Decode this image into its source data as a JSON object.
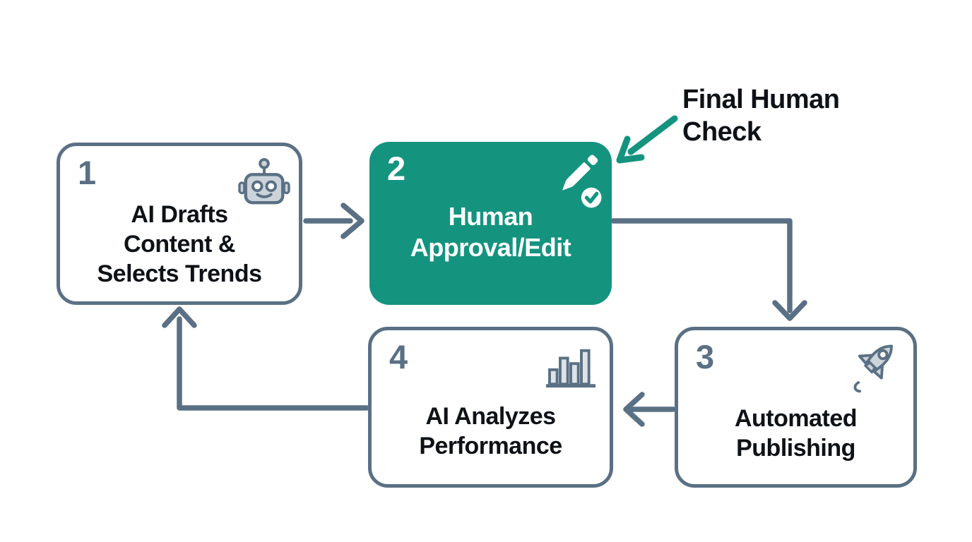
{
  "colors": {
    "slate": "#5a7084",
    "teal": "#14947f",
    "icon_fill": "#ccd3da",
    "bar_fill": "#dfe3e8",
    "text": "#0e1116",
    "white_text": "#ffffff",
    "background": "#ffffff"
  },
  "annotation": {
    "line1": "Final Human",
    "line2": "Check"
  },
  "boxes": [
    {
      "number": "1",
      "icon": "robot-icon",
      "lines": [
        "AI Drafts",
        "Content &",
        "Selects Trends"
      ]
    },
    {
      "number": "2",
      "icon": "pencil-check-icon",
      "lines": [
        "Human",
        "Approval/Edit"
      ]
    },
    {
      "number": "3",
      "icon": "rocket-icon",
      "lines": [
        "Automated",
        "Publishing"
      ]
    },
    {
      "number": "4",
      "icon": "bar-chart-icon",
      "lines": [
        "AI Analyzes",
        "Performance"
      ]
    }
  ],
  "flow": {
    "edges": [
      "1 to 2",
      "2 to 3",
      "3 to 4",
      "4 to 1"
    ],
    "annotation_points_to": "2"
  }
}
